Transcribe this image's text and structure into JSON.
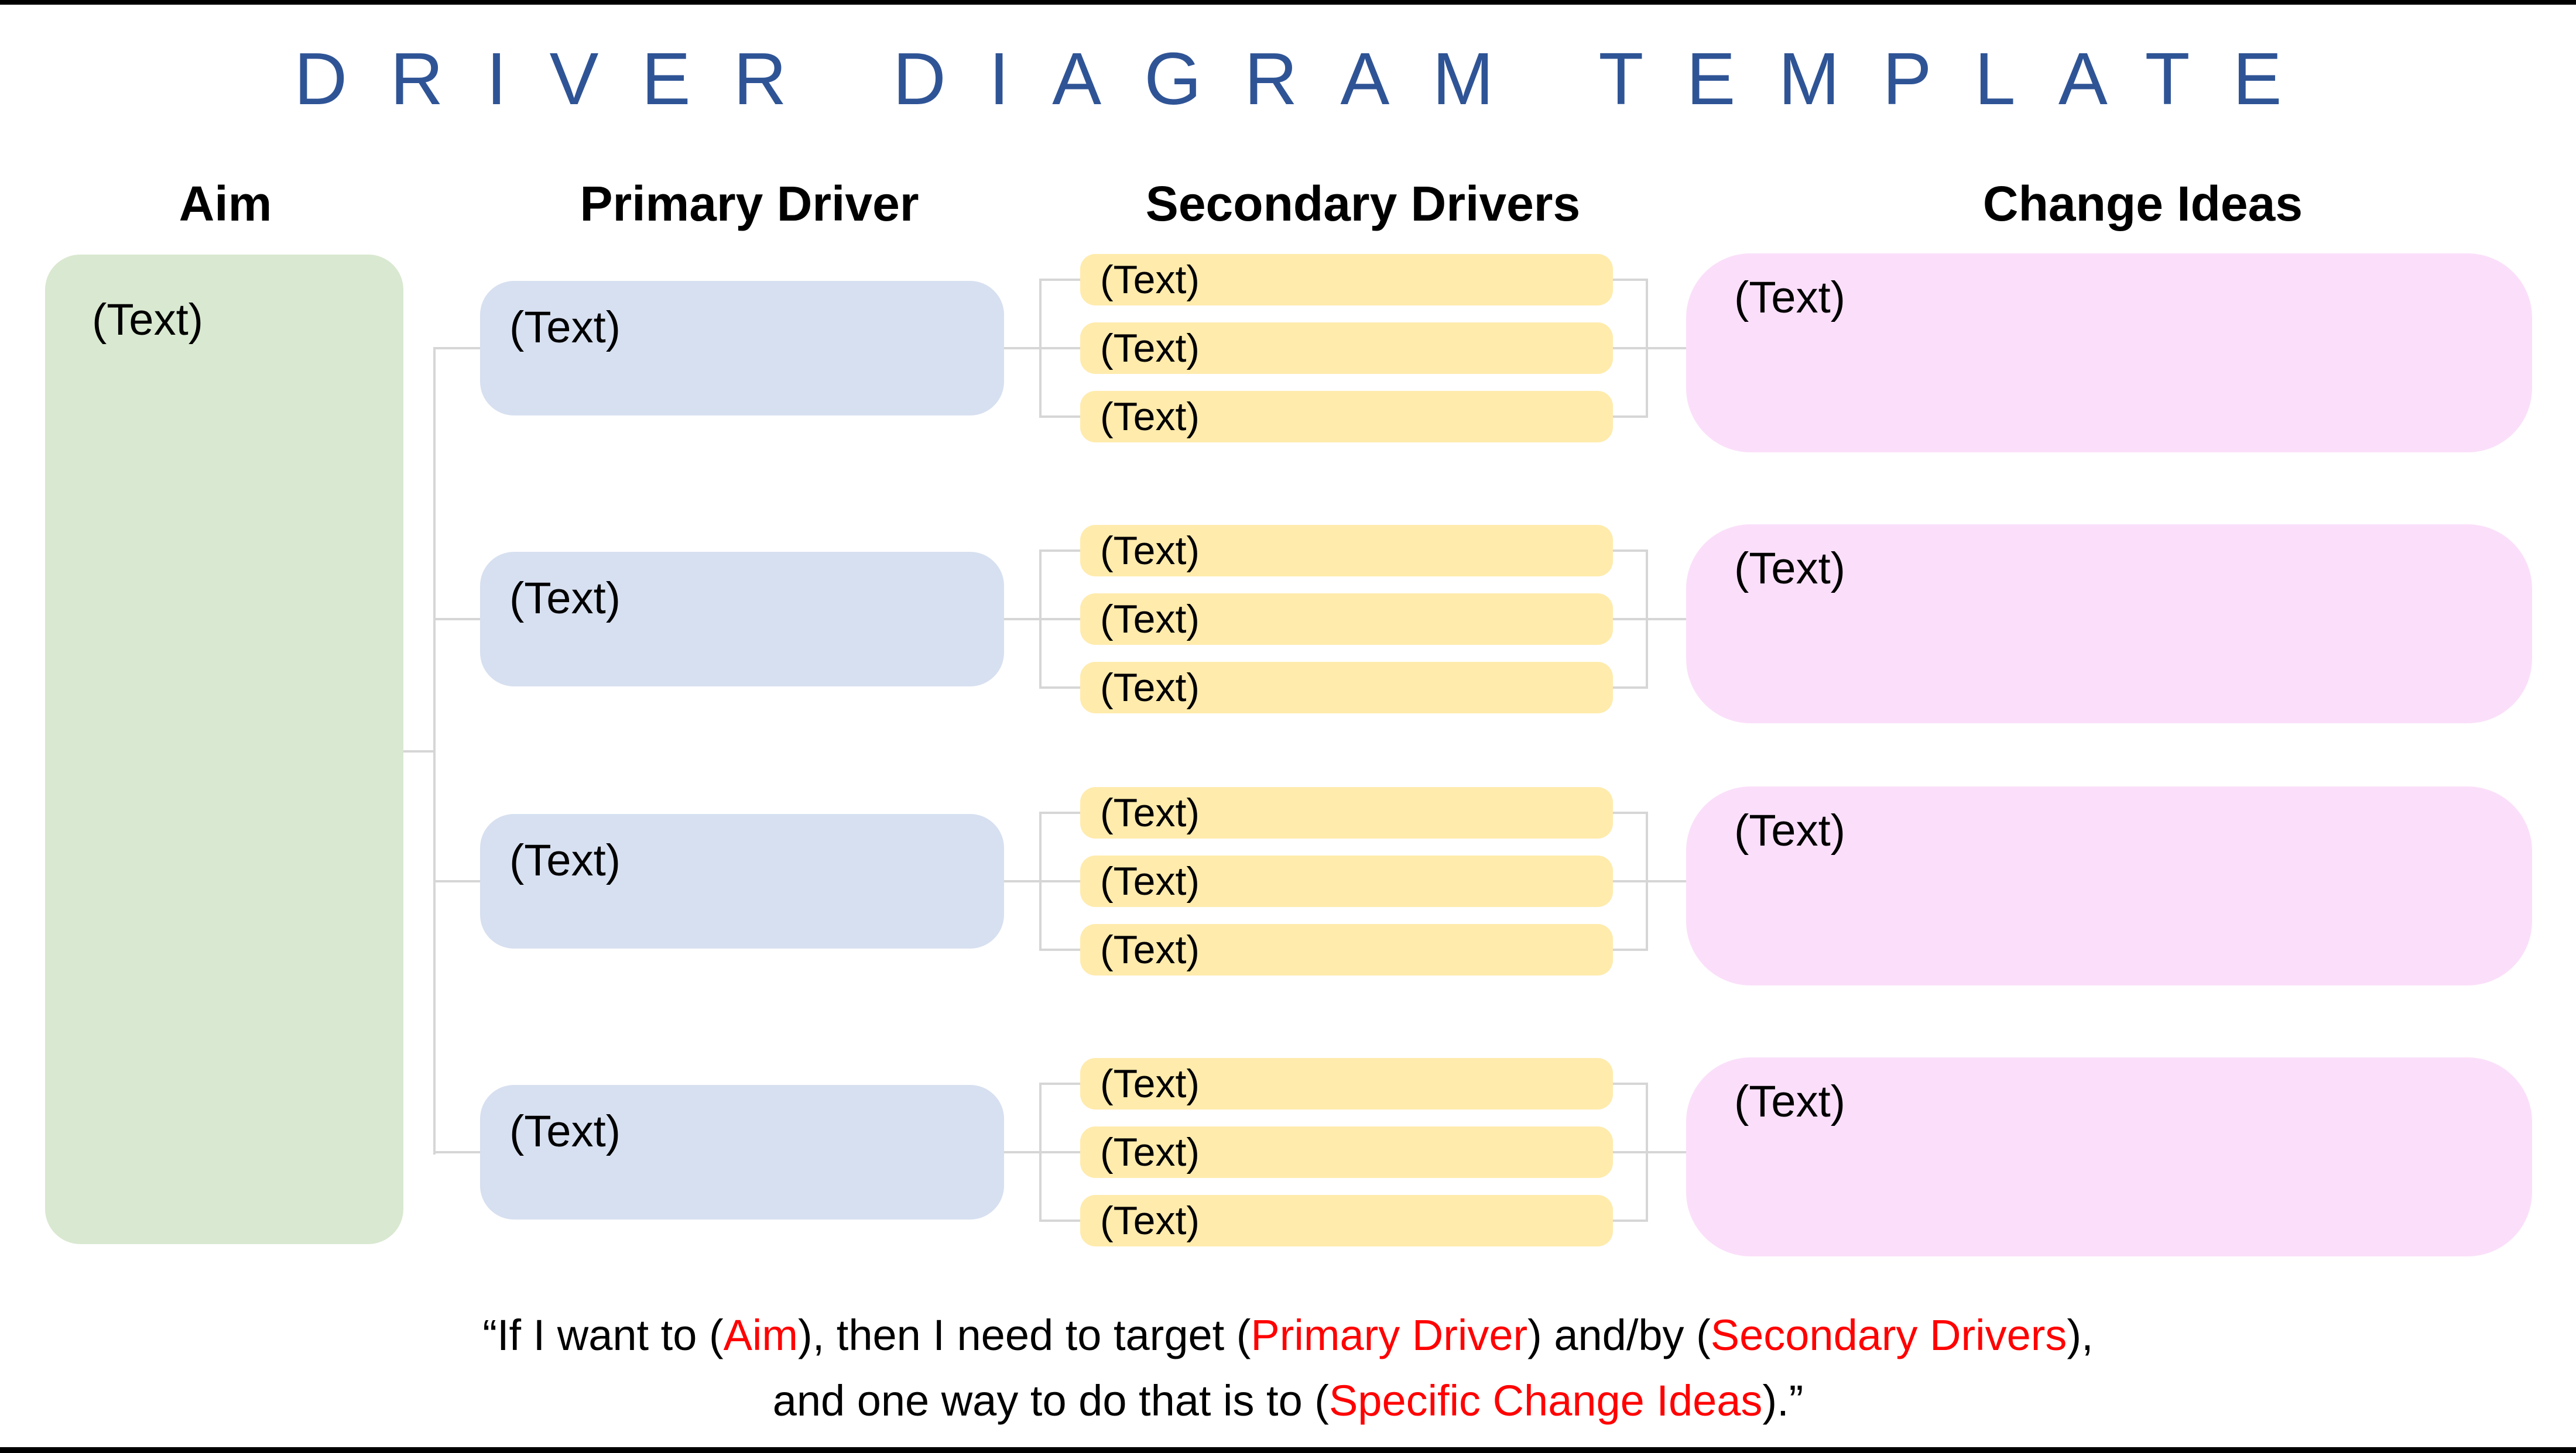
{
  "title": "DRIVER DIAGRAM TEMPLATE",
  "colors": {
    "title-blue": "#2F5496",
    "aim-green": "#D9E8D0",
    "driver-blue": "#D7E0F0",
    "secondary-yellow": "#FFEBAC",
    "idea-pink": "#FBDFFA",
    "connector-gray": "#D6D6D6",
    "accent-red": "#FF0000",
    "frame-black": "#000000"
  },
  "headers": {
    "aim": "Aim",
    "primary": "Primary Driver",
    "secondary": "Secondary Drivers",
    "change": "Change Ideas"
  },
  "aim": {
    "label": "(Text)"
  },
  "primary_drivers": [
    {
      "label": "(Text)"
    },
    {
      "label": "(Text)"
    },
    {
      "label": "(Text)"
    },
    {
      "label": "(Text)"
    }
  ],
  "secondary_groups": [
    {
      "items": [
        {
          "label": "(Text)"
        },
        {
          "label": "(Text)"
        },
        {
          "label": "(Text)"
        }
      ]
    },
    {
      "items": [
        {
          "label": "(Text)"
        },
        {
          "label": "(Text)"
        },
        {
          "label": "(Text)"
        }
      ]
    },
    {
      "items": [
        {
          "label": "(Text)"
        },
        {
          "label": "(Text)"
        },
        {
          "label": "(Text)"
        }
      ]
    },
    {
      "items": [
        {
          "label": "(Text)"
        },
        {
          "label": "(Text)"
        },
        {
          "label": "(Text)"
        }
      ]
    }
  ],
  "change_ideas": [
    {
      "label": "(Text)"
    },
    {
      "label": "(Text)"
    },
    {
      "label": "(Text)"
    },
    {
      "label": "(Text)"
    }
  ],
  "quote": {
    "line1": [
      {
        "text": "“If I want to (",
        "color": "black"
      },
      {
        "text": "Aim",
        "color": "red"
      },
      {
        "text": "), then I need to target (",
        "color": "black"
      },
      {
        "text": "Primary Driver",
        "color": "red"
      },
      {
        "text": ") and/by (",
        "color": "black"
      },
      {
        "text": "Secondary Drivers",
        "color": "red"
      },
      {
        "text": "),",
        "color": "black"
      }
    ],
    "line2": [
      {
        "text": "and one way to do that is to (",
        "color": "black"
      },
      {
        "text": "Specific Change Ideas",
        "color": "red"
      },
      {
        "text": ").”",
        "color": "black"
      }
    ]
  }
}
